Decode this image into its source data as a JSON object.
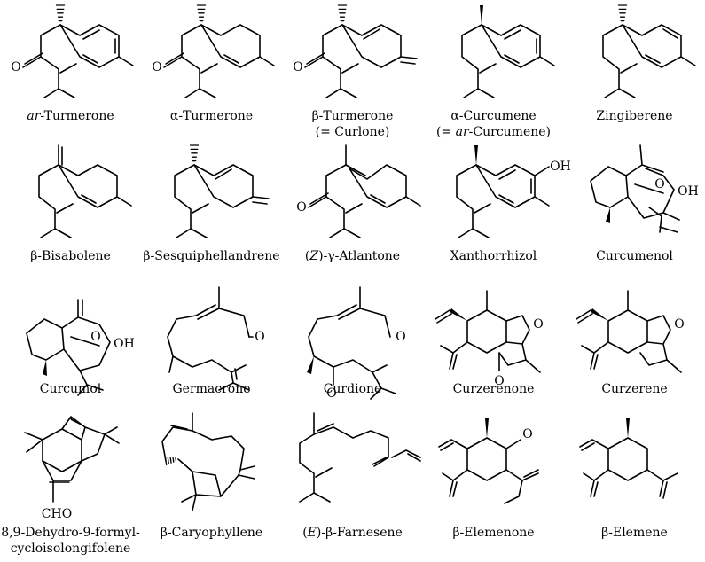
{
  "figure": {
    "compounds": [
      {
        "row": 0,
        "col": 0,
        "name": "ar-Turmerone",
        "name_italic_prefix": "ar",
        "name_rest": "-Turmerone",
        "alias": "",
        "atoms": [
          "O"
        ]
      },
      {
        "row": 0,
        "col": 1,
        "name": "α-Turmerone",
        "name_italic_prefix": "",
        "name_rest": "α-Turmerone",
        "alias": "",
        "atoms": [
          "O"
        ]
      },
      {
        "row": 0,
        "col": 2,
        "name": "β-Turmerone",
        "name_italic_prefix": "",
        "name_rest": "β-Turmerone",
        "alias": "(= Curlone)",
        "atoms": [
          "O"
        ]
      },
      {
        "row": 0,
        "col": 3,
        "name": "α-Curcumene",
        "name_italic_prefix": "",
        "name_rest": "α-Curcumene",
        "alias_pre": "(= ",
        "alias_italic": "ar",
        "alias_post": "-Curcumene)",
        "atoms": []
      },
      {
        "row": 0,
        "col": 4,
        "name": "Zingiberene",
        "name_italic_prefix": "",
        "name_rest": "Zingiberene",
        "alias": "",
        "atoms": []
      },
      {
        "row": 1,
        "col": 0,
        "name": "β-Bisabolene",
        "name_italic_prefix": "",
        "name_rest": "β-Bisabolene",
        "alias": "",
        "atoms": []
      },
      {
        "row": 1,
        "col": 1,
        "name": "β-Sesquiphellandrene",
        "name_italic_prefix": "",
        "name_rest": "β-Sesquiphellandrene",
        "alias": "",
        "atoms": []
      },
      {
        "row": 1,
        "col": 2,
        "name": "(Z)-γ-Atlantone",
        "name_pre": "(",
        "name_italic_mid": "Z",
        "name_post": ")-γ-Atlantone",
        "alias": "",
        "atoms": [
          "O"
        ]
      },
      {
        "row": 1,
        "col": 3,
        "name": "Xanthorrhizol",
        "name_italic_prefix": "",
        "name_rest": "Xanthorrhizol",
        "alias": "",
        "atoms": [
          "OH"
        ]
      },
      {
        "row": 1,
        "col": 4,
        "name": "Curcumenol",
        "name_italic_prefix": "",
        "name_rest": "Curcumenol",
        "alias": "",
        "atoms": [
          "O",
          "OH"
        ]
      },
      {
        "row": 2,
        "col": 0,
        "name": "Curcumol",
        "name_italic_prefix": "",
        "name_rest": "Curcumol",
        "alias": "",
        "atoms": [
          "O",
          "OH"
        ]
      },
      {
        "row": 2,
        "col": 1,
        "name": "Germacrone",
        "name_italic_prefix": "",
        "name_rest": "Germacrone",
        "alias": "",
        "atoms": [
          "O"
        ]
      },
      {
        "row": 2,
        "col": 2,
        "name": "Curdione",
        "name_italic_prefix": "",
        "name_rest": "Curdione",
        "alias": "",
        "atoms": [
          "O",
          "O"
        ]
      },
      {
        "row": 2,
        "col": 3,
        "name": "Curzerenone",
        "name_italic_prefix": "",
        "name_rest": "Curzerenone",
        "alias": "",
        "atoms": [
          "O",
          "O"
        ]
      },
      {
        "row": 2,
        "col": 4,
        "name": "Curzerene",
        "name_italic_prefix": "",
        "name_rest": "Curzerene",
        "alias": "",
        "atoms": [
          "O"
        ]
      },
      {
        "row": 3,
        "col": 0,
        "name": "8,9-Dehydro-9-formyl-cycloisolongifolene",
        "name_italic_prefix": "",
        "name_rest": "8,9-Dehydro-9-formyl-",
        "alias": "cycloisolongifolene",
        "atoms": [
          "CHO"
        ]
      },
      {
        "row": 3,
        "col": 1,
        "name": "β-Caryophyllene",
        "name_italic_prefix": "",
        "name_rest": "β-Caryophyllene",
        "alias": "",
        "atoms": []
      },
      {
        "row": 3,
        "col": 2,
        "name": "(E)-β-Farnesene",
        "name_pre": "(",
        "name_italic_mid": "E",
        "name_post": ")-β-Farnesene",
        "alias": "",
        "atoms": []
      },
      {
        "row": 3,
        "col": 3,
        "name": "β-Elemenone",
        "name_italic_prefix": "",
        "name_rest": "β-Elemenone",
        "alias": "",
        "atoms": [
          "O"
        ]
      },
      {
        "row": 3,
        "col": 4,
        "name": "β-Elemene",
        "name_italic_prefix": "",
        "name_rest": "β-Elemene",
        "alias": "",
        "atoms": []
      }
    ]
  }
}
